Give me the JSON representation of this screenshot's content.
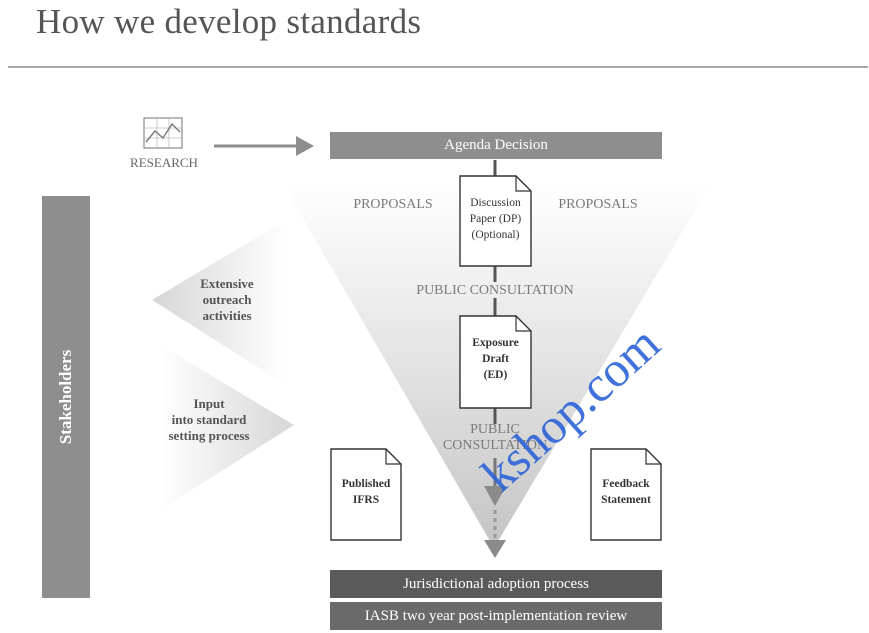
{
  "header": {
    "title": "How we develop standards"
  },
  "research": {
    "label": "RESEARCH",
    "icon": "chart-icon"
  },
  "top_bar": {
    "label": "Agenda Decision"
  },
  "proposals": {
    "left": "PROPOSALS",
    "right": "PROPOSALS"
  },
  "documents": {
    "dp": {
      "line1": "Discussion",
      "line2": "Paper (DP)",
      "line3": "(Optional)"
    },
    "ed": {
      "line1": "Exposure",
      "line2": "Draft",
      "line3": "(ED)"
    },
    "ifrs": {
      "line1": "Published",
      "line2": "IFRS"
    },
    "feedback": {
      "line1": "Feedback",
      "line2": "Statement"
    }
  },
  "consultation": {
    "first": "PUBLIC CONSULTATION",
    "second_line1": "PUBLIC",
    "second_line2": "CONSULTATION"
  },
  "side": {
    "stakeholders": "Stakeholders",
    "outreach": {
      "line1": "Extensive",
      "line2": "outreach",
      "line3": "activities"
    },
    "input": {
      "line1": "Input",
      "line2": "into standard",
      "line3": "setting process"
    }
  },
  "bottom_bars": {
    "adoption": "Jurisdictional adoption process",
    "review": "IASB two year post-implementation review"
  },
  "watermark": {
    "text": "kshop.com"
  },
  "colors": {
    "bar": "#8e8e8e",
    "dark_bar": "#5a5a5a",
    "text": "#555555",
    "watermark": "#2d63d8"
  }
}
